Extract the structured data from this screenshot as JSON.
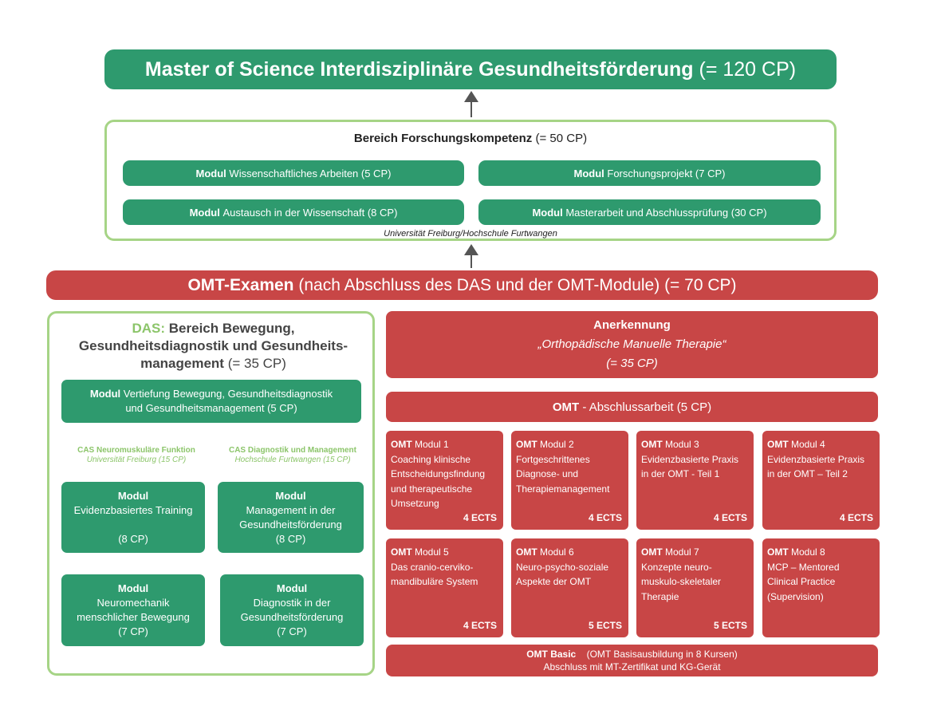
{
  "master": {
    "title_bold": "Master of Science Interdisziplinäre Gesundheitsförderung",
    "title_cp": "(= 120 CP)"
  },
  "forschung": {
    "title_bold": "Bereich Forschungskompetenz",
    "title_cp": "(= 50 CP)",
    "modules": [
      {
        "prefix": "Modul",
        "label": "Wissenschaftliches Arbeiten (5 CP)"
      },
      {
        "prefix": "Modul",
        "label": "Forschungsprojekt (7 CP)"
      },
      {
        "prefix": "Modul",
        "label": "Austausch in der Wissenschaft (8 CP)"
      },
      {
        "prefix": "Modul",
        "label": "Masterarbeit und Abschlussprüfung (30 CP)"
      }
    ],
    "note": "Universität Freiburg/Hochschule Furtwangen"
  },
  "omt_exam": {
    "title_bold": "OMT-Examen",
    "title_rest": "(nach Abschluss des DAS und der OMT-Module) (= 70 CP)"
  },
  "das": {
    "label": "DAS:",
    "title": "Bereich Bewegung, Gesundheitsdiagnostik und Gesundheits-management",
    "cp": "(= 35 CP)",
    "top_module": {
      "prefix": "Modul",
      "line1": "Vertiefung Bewegung, Gesundheitsdiagnostik",
      "line2": "und Gesundheitsmanagement (5 CP)"
    },
    "cas": [
      {
        "title": "CAS Neuromuskuläre Funktion",
        "sub": "Universität Freiburg (15 CP)"
      },
      {
        "title": "CAS Diagnostik und Management",
        "sub": "Hochschule Furtwangen (15 CP)"
      }
    ],
    "modules": [
      {
        "prefix": "Modul",
        "line1": "Evidenzbasiertes Training",
        "line2": "",
        "line3": "(8 CP)"
      },
      {
        "prefix": "Modul",
        "line1": "Management in der",
        "line2": "Gesundheitsförderung",
        "line3": "(8 CP)"
      },
      {
        "prefix": "Modul",
        "line1": "Neuromechanik",
        "line2": "menschlicher Bewegung",
        "line3": "(7 CP)"
      },
      {
        "prefix": "Modul",
        "line1": "Diagnostik in der",
        "line2": "Gesundheitsförderung",
        "line3": "(7 CP)"
      }
    ]
  },
  "anerkennung": {
    "title": "Anerkennung",
    "sub": "„Orthopädische Manuelle Therapie“",
    "cp": "(= 35 CP)"
  },
  "abschlussarbeit": {
    "bold": "OMT",
    "rest": "- Abschlussarbeit (5 CP)"
  },
  "omt_modules": [
    {
      "bold": "OMT",
      "title": "Modul 1",
      "desc": [
        "Coaching klinische",
        "Entscheidungsfindung",
        "und therapeutische",
        "Umsetzung"
      ],
      "ects": "4 ECTS"
    },
    {
      "bold": "OMT",
      "title": "Modul 2",
      "desc": [
        "Fortgeschrittenes",
        "Diagnose- und",
        "Therapiemanagement"
      ],
      "ects": "4 ECTS"
    },
    {
      "bold": "OMT",
      "title": "Modul 3",
      "desc": [
        "Evidenzbasierte Praxis",
        "in der OMT - Teil 1"
      ],
      "ects": "4 ECTS"
    },
    {
      "bold": "OMT",
      "title": "Modul 4",
      "desc": [
        "Evidenzbasierte Praxis",
        "in der OMT – Teil 2"
      ],
      "ects": "4 ECTS"
    },
    {
      "bold": "OMT",
      "title": "Modul 5",
      "desc": [
        "Das cranio-cerviko-",
        "mandibuläre System"
      ],
      "ects": "4 ECTS"
    },
    {
      "bold": "OMT",
      "title": "Modul 6",
      "desc": [
        "Neuro-psycho-soziale",
        "Aspekte der OMT"
      ],
      "ects": "5 ECTS"
    },
    {
      "bold": "OMT",
      "title": "Modul 7",
      "desc": [
        "Konzepte neuro-",
        "muskulo-skeletaler",
        "Therapie"
      ],
      "ects": "5 ECTS"
    },
    {
      "bold": "OMT",
      "title": "Modul 8",
      "desc": [
        "MCP – Mentored",
        "Clinical Practice",
        "(Supervision)"
      ],
      "ects": ""
    }
  ],
  "omt_basic": {
    "bold": "OMT Basic",
    "rest": "(OMT Basisausbildung in 8 Kursen)",
    "line2": "Abschluss mit MT-Zertifikat und KG-Gerät"
  },
  "colors": {
    "green": "#2e9a6e",
    "light_green": "#a6d486",
    "red": "#c84646",
    "arrow": "#555555"
  }
}
